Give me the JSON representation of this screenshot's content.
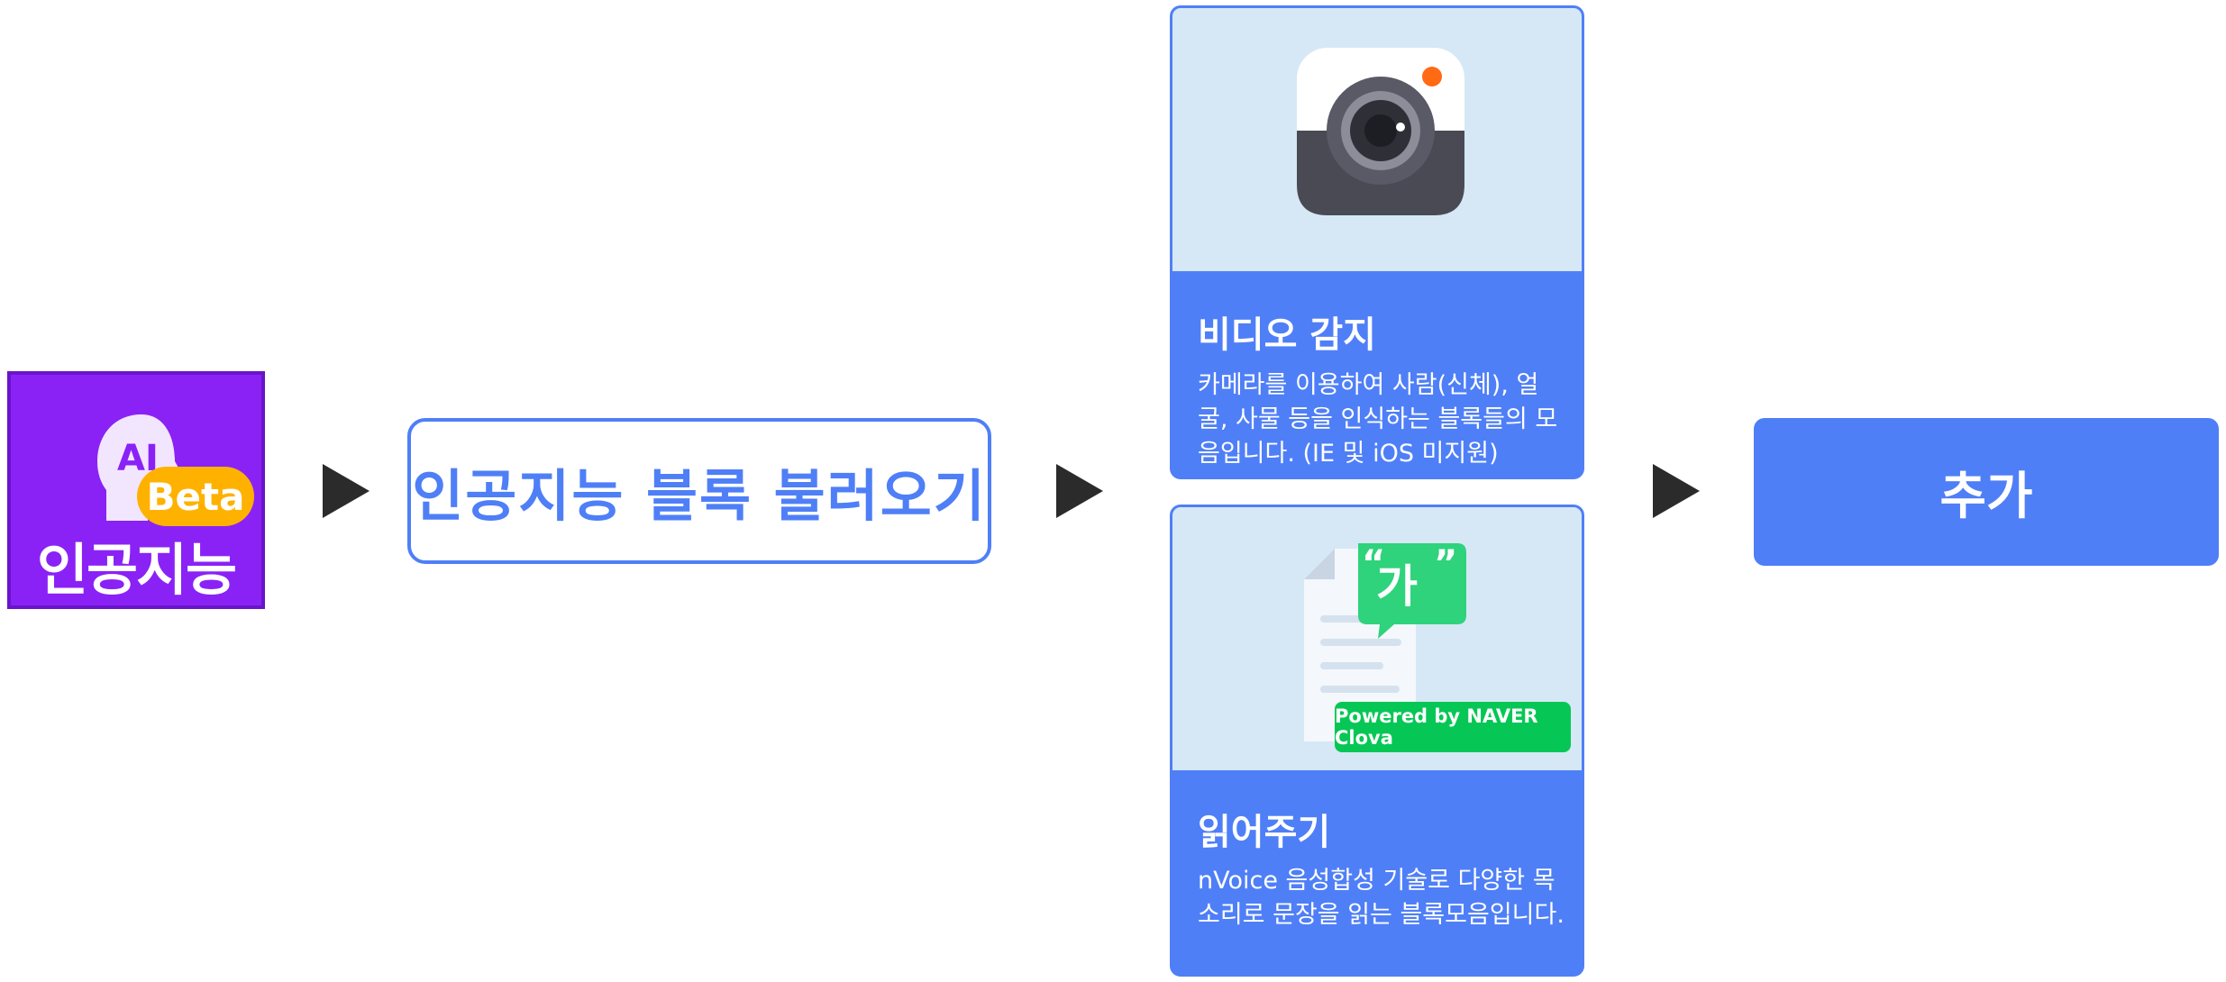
{
  "ai_tile": {
    "tag": "AI",
    "beta": "Beta",
    "label": "인공지능"
  },
  "load_button": {
    "label": "인공지능 블록 불러오기"
  },
  "cards": [
    {
      "icon": "camera-icon",
      "title": "비디오 감지",
      "description": "카메라를 이용하여 사람(신체), 얼굴, 사물 등을 인식하는 블록들의 모음입니다. (IE 및 iOS 미지원)"
    },
    {
      "icon": "document-speech-icon",
      "bubble_text": "가",
      "badge": "Powered by NAVER Clova",
      "title": "읽어주기",
      "description": "nVoice 음성합성 기술로 다양한 목소리로 문장을 읽는 블록모음입니다."
    }
  ],
  "add_button": {
    "label": "추가"
  },
  "colors": {
    "accent": "#4f7ff7",
    "ai_purple": "#8a22f6",
    "beta_orange": "#ffb100",
    "naver_green": "#06c755"
  }
}
